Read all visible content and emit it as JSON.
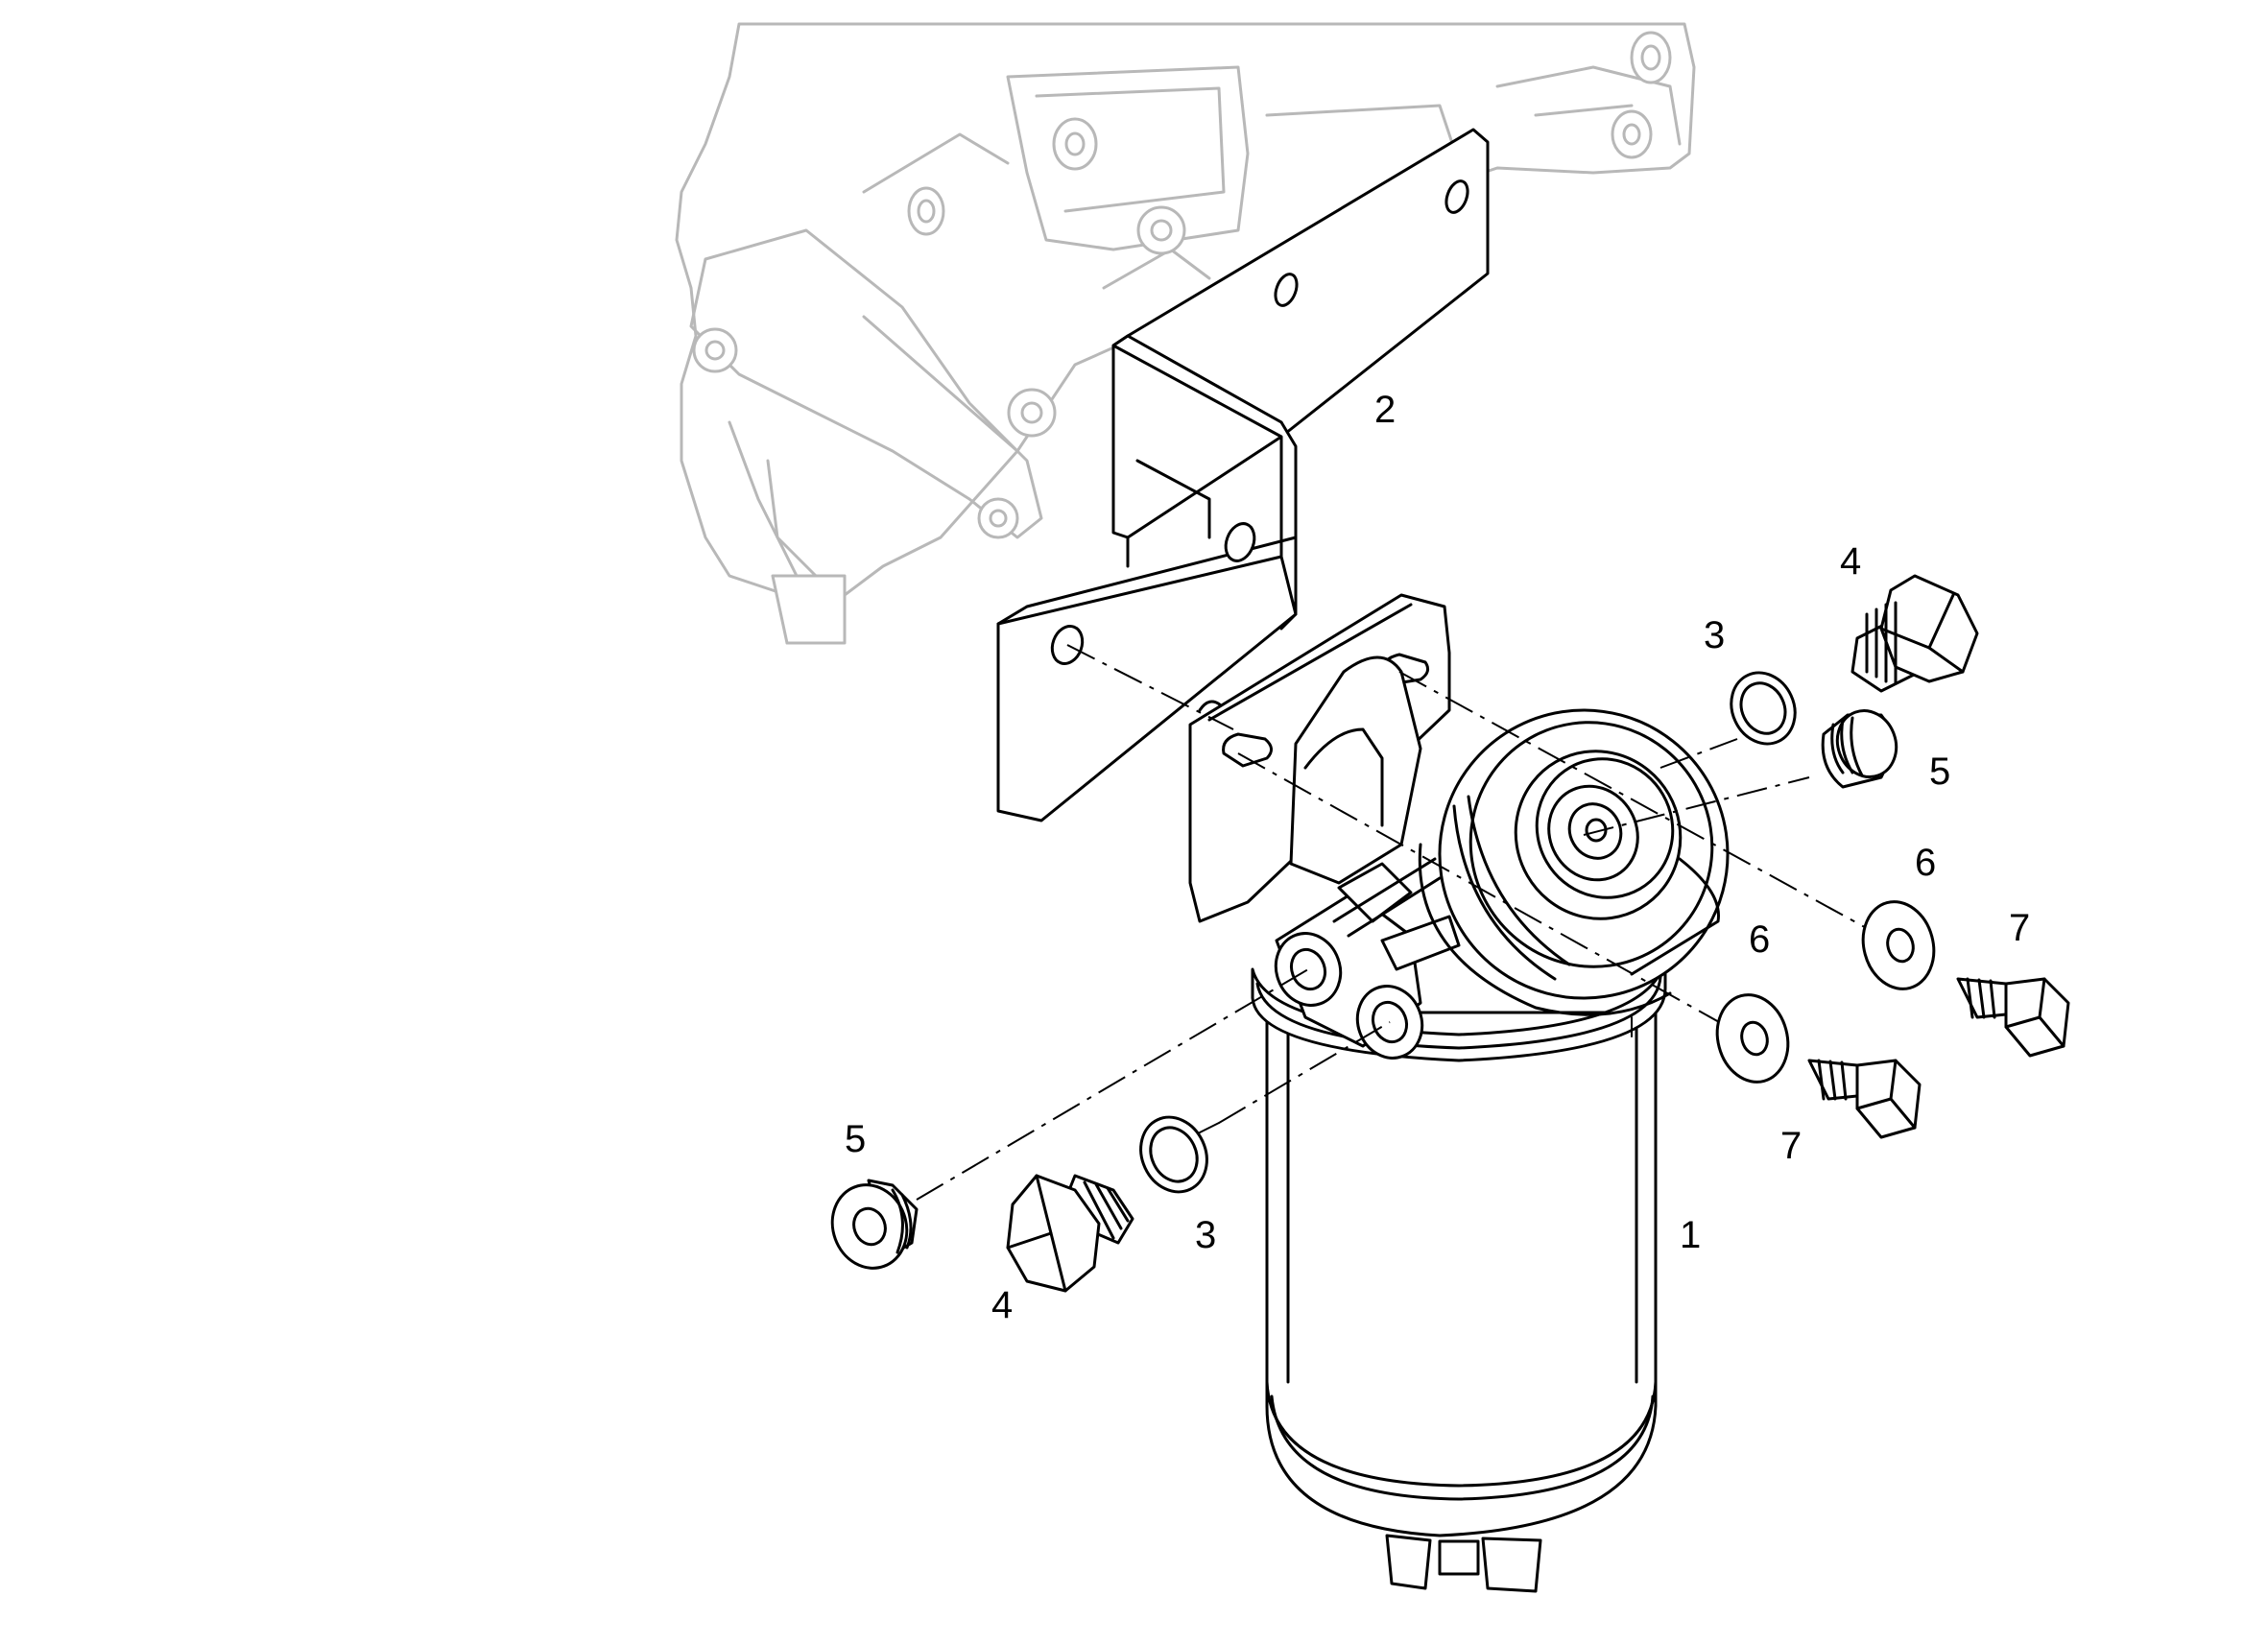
{
  "callouts": {
    "filter_housing": "1",
    "bracket": "2",
    "sealing_ring_right": "3",
    "sealing_ring_left": "3",
    "hex_plug_right": "4",
    "hex_plug_left": "4",
    "socket_plug_right": "5",
    "socket_plug_left": "5",
    "washer_upper": "6",
    "washer_lower": "6",
    "bolt_upper": "7",
    "bolt_lower": "7"
  },
  "colors": {
    "background": "#ffffff",
    "part_stroke": "#000000",
    "context_stroke": "#b8b8b8"
  }
}
